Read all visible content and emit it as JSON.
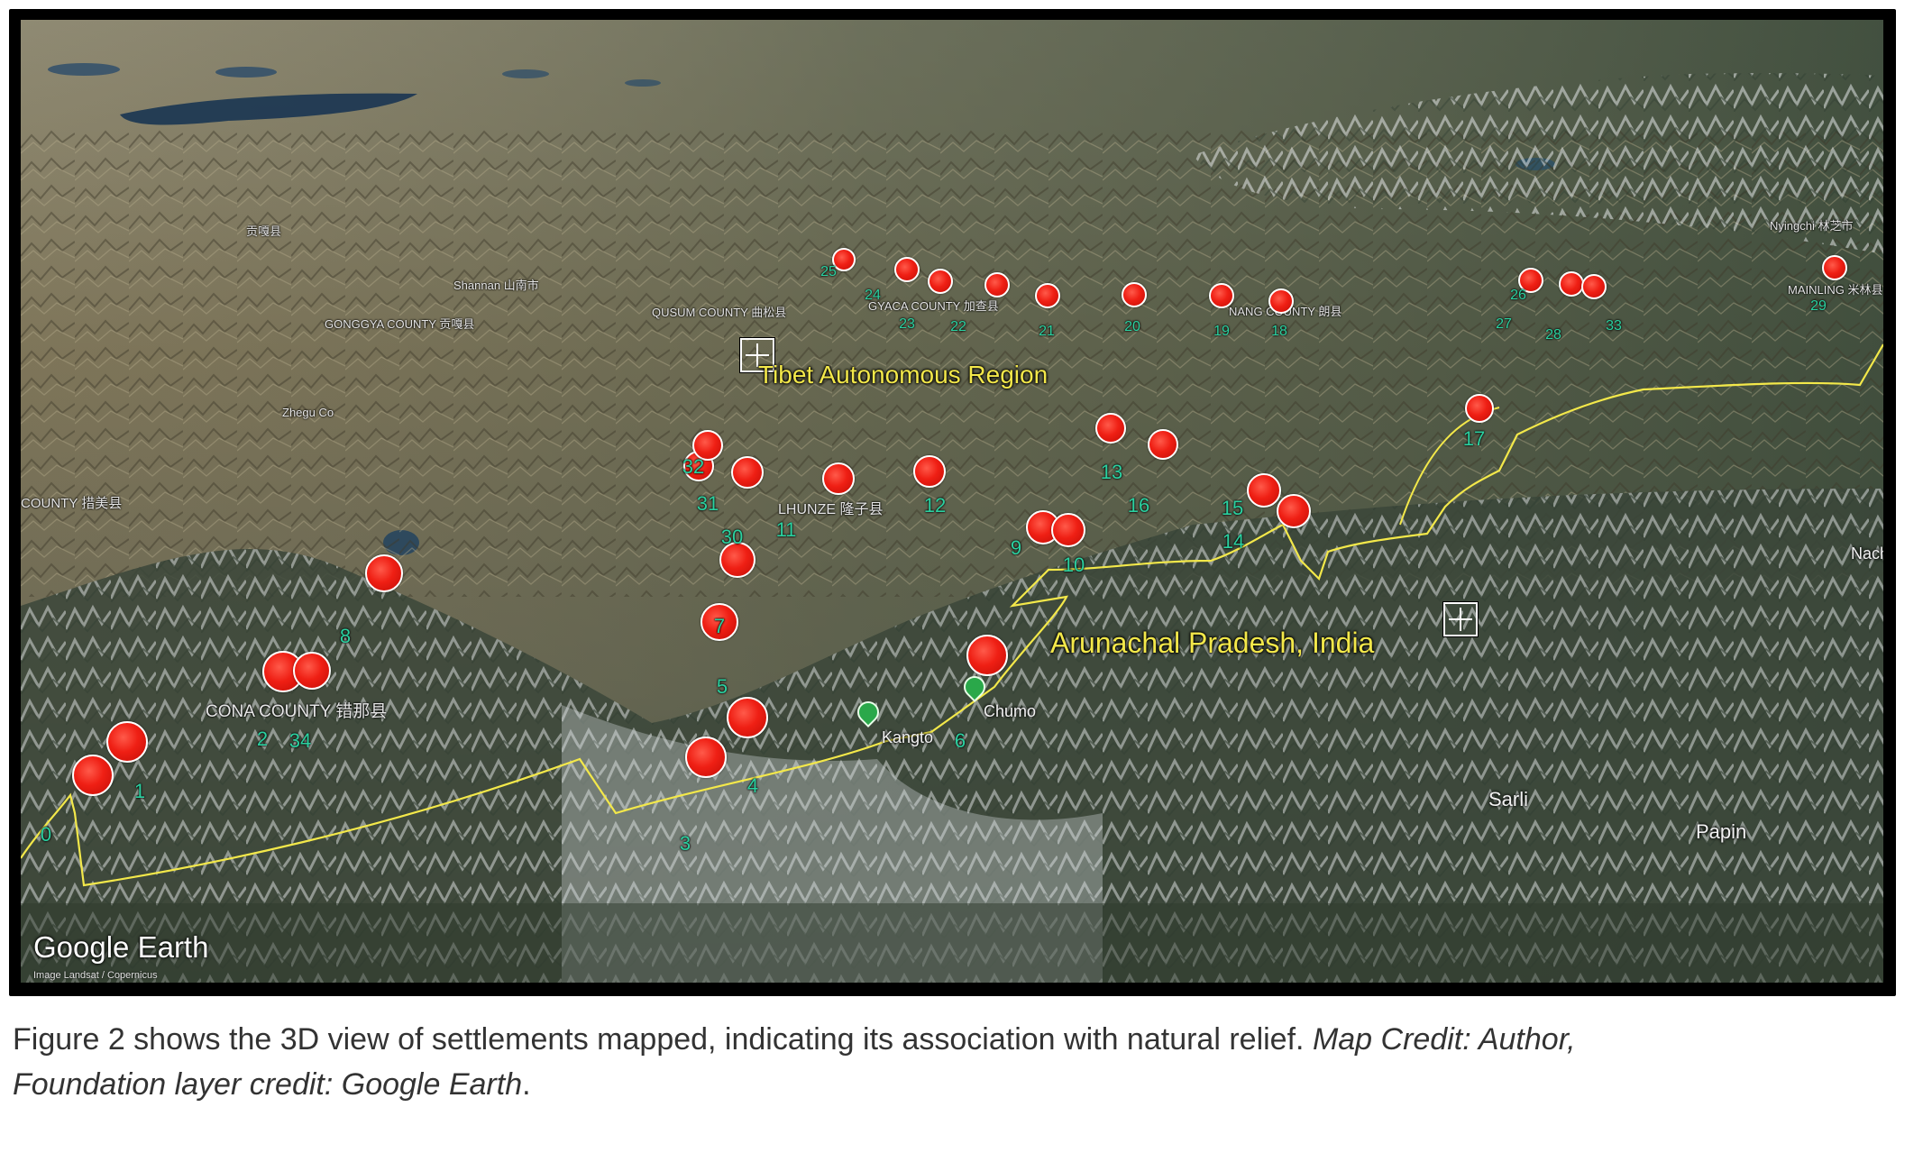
{
  "map": {
    "attribution_logo": "Google Earth",
    "imagery_credit": "Image Landsat / Copernicus",
    "regions": {
      "tibet": "Tibet Autonomous Region",
      "arunachal": "Arunachal Pradesh, India"
    },
    "places": {
      "shannan": "Shannan 山南市",
      "gonggya": "GONGGYA COUNTY 贡嘎县",
      "qusum": "QUSUM COUNTY 曲松县",
      "gyaca": "GYACA COUNTY 加查县",
      "nang": "NANG COUNTY 朗县",
      "nyingchi": "Nyingchi 林芝市",
      "mainling": "MAINLING 米林县",
      "zhegu_co": "Zhegu Co",
      "cuomei": "COUNTY 措美县",
      "lhunze": "LHUNZE 隆子县",
      "cona": "CONA COUNTY 错那县",
      "kangto": "Kangto",
      "chumo": "Chumo",
      "sarli": "Sarli",
      "papin": "Papin",
      "nacho": "Nacho",
      "top_left_small": "贡嘎县"
    },
    "settlement_labels": [
      "0",
      "1",
      "2",
      "3",
      "4",
      "5",
      "6",
      "7",
      "8",
      "9",
      "10",
      "11",
      "12",
      "13",
      "14",
      "15",
      "16",
      "17",
      "18",
      "19",
      "20",
      "21",
      "22",
      "23",
      "24",
      "25",
      "26",
      "27",
      "28",
      "29",
      "30",
      "31",
      "32",
      "33",
      "34"
    ]
  },
  "caption": {
    "normal": "Figure 2 shows the 3D view of settlements mapped, indicating its association with natural relief. ",
    "italic_1": "Map Credit: Author,",
    "italic_2": "Foundation layer credit: Google Earth",
    "end": "."
  },
  "colors": {
    "marker": "#ef1f14",
    "label": "#2bd1a0",
    "border_line": "#f3e84a"
  }
}
